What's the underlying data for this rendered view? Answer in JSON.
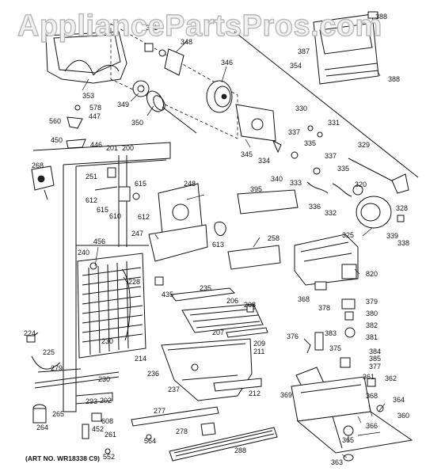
{
  "watermark": "AppliancePartsPros.com",
  "art_number": "(ART NO. WR18338 C9)",
  "part_labels": [
    {
      "id": "p388a",
      "text": "388"
    },
    {
      "id": "p387",
      "text": "387"
    },
    {
      "id": "p388b",
      "text": "388"
    },
    {
      "id": "p351",
      "text": "351"
    },
    {
      "id": "p348",
      "text": "348"
    },
    {
      "id": "p353",
      "text": "353"
    },
    {
      "id": "p354",
      "text": "354"
    },
    {
      "id": "p346",
      "text": "346"
    },
    {
      "id": "p578",
      "text": "578"
    },
    {
      "id": "p447",
      "text": "447"
    },
    {
      "id": "p349",
      "text": "349"
    },
    {
      "id": "p560",
      "text": "560"
    },
    {
      "id": "p350",
      "text": "350"
    },
    {
      "id": "p330",
      "text": "330"
    },
    {
      "id": "p331",
      "text": "331"
    },
    {
      "id": "p450",
      "text": "450"
    },
    {
      "id": "p446",
      "text": "446"
    },
    {
      "id": "p201",
      "text": "201"
    },
    {
      "id": "p200",
      "text": "200"
    },
    {
      "id": "p337a",
      "text": "337"
    },
    {
      "id": "p329",
      "text": "329"
    },
    {
      "id": "p335a",
      "text": "335"
    },
    {
      "id": "p345",
      "text": "345"
    },
    {
      "id": "p334",
      "text": "334"
    },
    {
      "id": "p337b",
      "text": "337"
    },
    {
      "id": "p268",
      "text": "268"
    },
    {
      "id": "p251",
      "text": "251"
    },
    {
      "id": "p340",
      "text": "340"
    },
    {
      "id": "p335b",
      "text": "335"
    },
    {
      "id": "p615a",
      "text": "615"
    },
    {
      "id": "p333",
      "text": "333"
    },
    {
      "id": "p248",
      "text": "248"
    },
    {
      "id": "p320",
      "text": "320"
    },
    {
      "id": "p395",
      "text": "395"
    },
    {
      "id": "p612a",
      "text": "612"
    },
    {
      "id": "p615b",
      "text": "615"
    },
    {
      "id": "p336",
      "text": "336"
    },
    {
      "id": "p328",
      "text": "328"
    },
    {
      "id": "p332",
      "text": "332"
    },
    {
      "id": "p610",
      "text": "610"
    },
    {
      "id": "p612b",
      "text": "612"
    },
    {
      "id": "p247",
      "text": "247"
    },
    {
      "id": "p325",
      "text": "325"
    },
    {
      "id": "p339",
      "text": "339"
    },
    {
      "id": "p338",
      "text": "338"
    },
    {
      "id": "p258",
      "text": "258"
    },
    {
      "id": "p456",
      "text": "456"
    },
    {
      "id": "p613",
      "text": "613"
    },
    {
      "id": "p240",
      "text": "240"
    },
    {
      "id": "p820",
      "text": "820"
    },
    {
      "id": "p228",
      "text": "228"
    },
    {
      "id": "p235",
      "text": "235"
    },
    {
      "id": "p435",
      "text": "435"
    },
    {
      "id": "p368a",
      "text": "368"
    },
    {
      "id": "p206",
      "text": "206"
    },
    {
      "id": "p208",
      "text": "208"
    },
    {
      "id": "p379",
      "text": "379"
    },
    {
      "id": "p378",
      "text": "378"
    },
    {
      "id": "p380",
      "text": "380"
    },
    {
      "id": "p207",
      "text": "207"
    },
    {
      "id": "p209",
      "text": "209"
    },
    {
      "id": "p382",
      "text": "382"
    },
    {
      "id": "p224",
      "text": "224"
    },
    {
      "id": "p230a",
      "text": "230"
    },
    {
      "id": "p376",
      "text": "376"
    },
    {
      "id": "p383",
      "text": "383"
    },
    {
      "id": "p381",
      "text": "381"
    },
    {
      "id": "p211",
      "text": "211"
    },
    {
      "id": "p375",
      "text": "375"
    },
    {
      "id": "p384",
      "text": "384"
    },
    {
      "id": "p225",
      "text": "225"
    },
    {
      "id": "p214",
      "text": "214"
    },
    {
      "id": "p385",
      "text": "385"
    },
    {
      "id": "p279",
      "text": "279"
    },
    {
      "id": "p236",
      "text": "236"
    },
    {
      "id": "p377",
      "text": "377"
    },
    {
      "id": "p230b",
      "text": "230"
    },
    {
      "id": "p362",
      "text": "362"
    },
    {
      "id": "p237",
      "text": "237"
    },
    {
      "id": "p361",
      "text": "361"
    },
    {
      "id": "p212",
      "text": "212"
    },
    {
      "id": "p369",
      "text": "369"
    },
    {
      "id": "p368b",
      "text": "368"
    },
    {
      "id": "p202",
      "text": "202"
    },
    {
      "id": "p293",
      "text": "293"
    },
    {
      "id": "p364",
      "text": "364"
    },
    {
      "id": "p265",
      "text": "265"
    },
    {
      "id": "p277",
      "text": "277"
    },
    {
      "id": "p360",
      "text": "360"
    },
    {
      "id": "p608",
      "text": "608"
    },
    {
      "id": "p264",
      "text": "264"
    },
    {
      "id": "p452",
      "text": "452"
    },
    {
      "id": "p366",
      "text": "366"
    },
    {
      "id": "p278",
      "text": "278"
    },
    {
      "id": "p261",
      "text": "261"
    },
    {
      "id": "p564",
      "text": "564"
    },
    {
      "id": "p365",
      "text": "365"
    },
    {
      "id": "p288",
      "text": "288"
    },
    {
      "id": "p552",
      "text": "552"
    },
    {
      "id": "p363",
      "text": "363"
    }
  ]
}
